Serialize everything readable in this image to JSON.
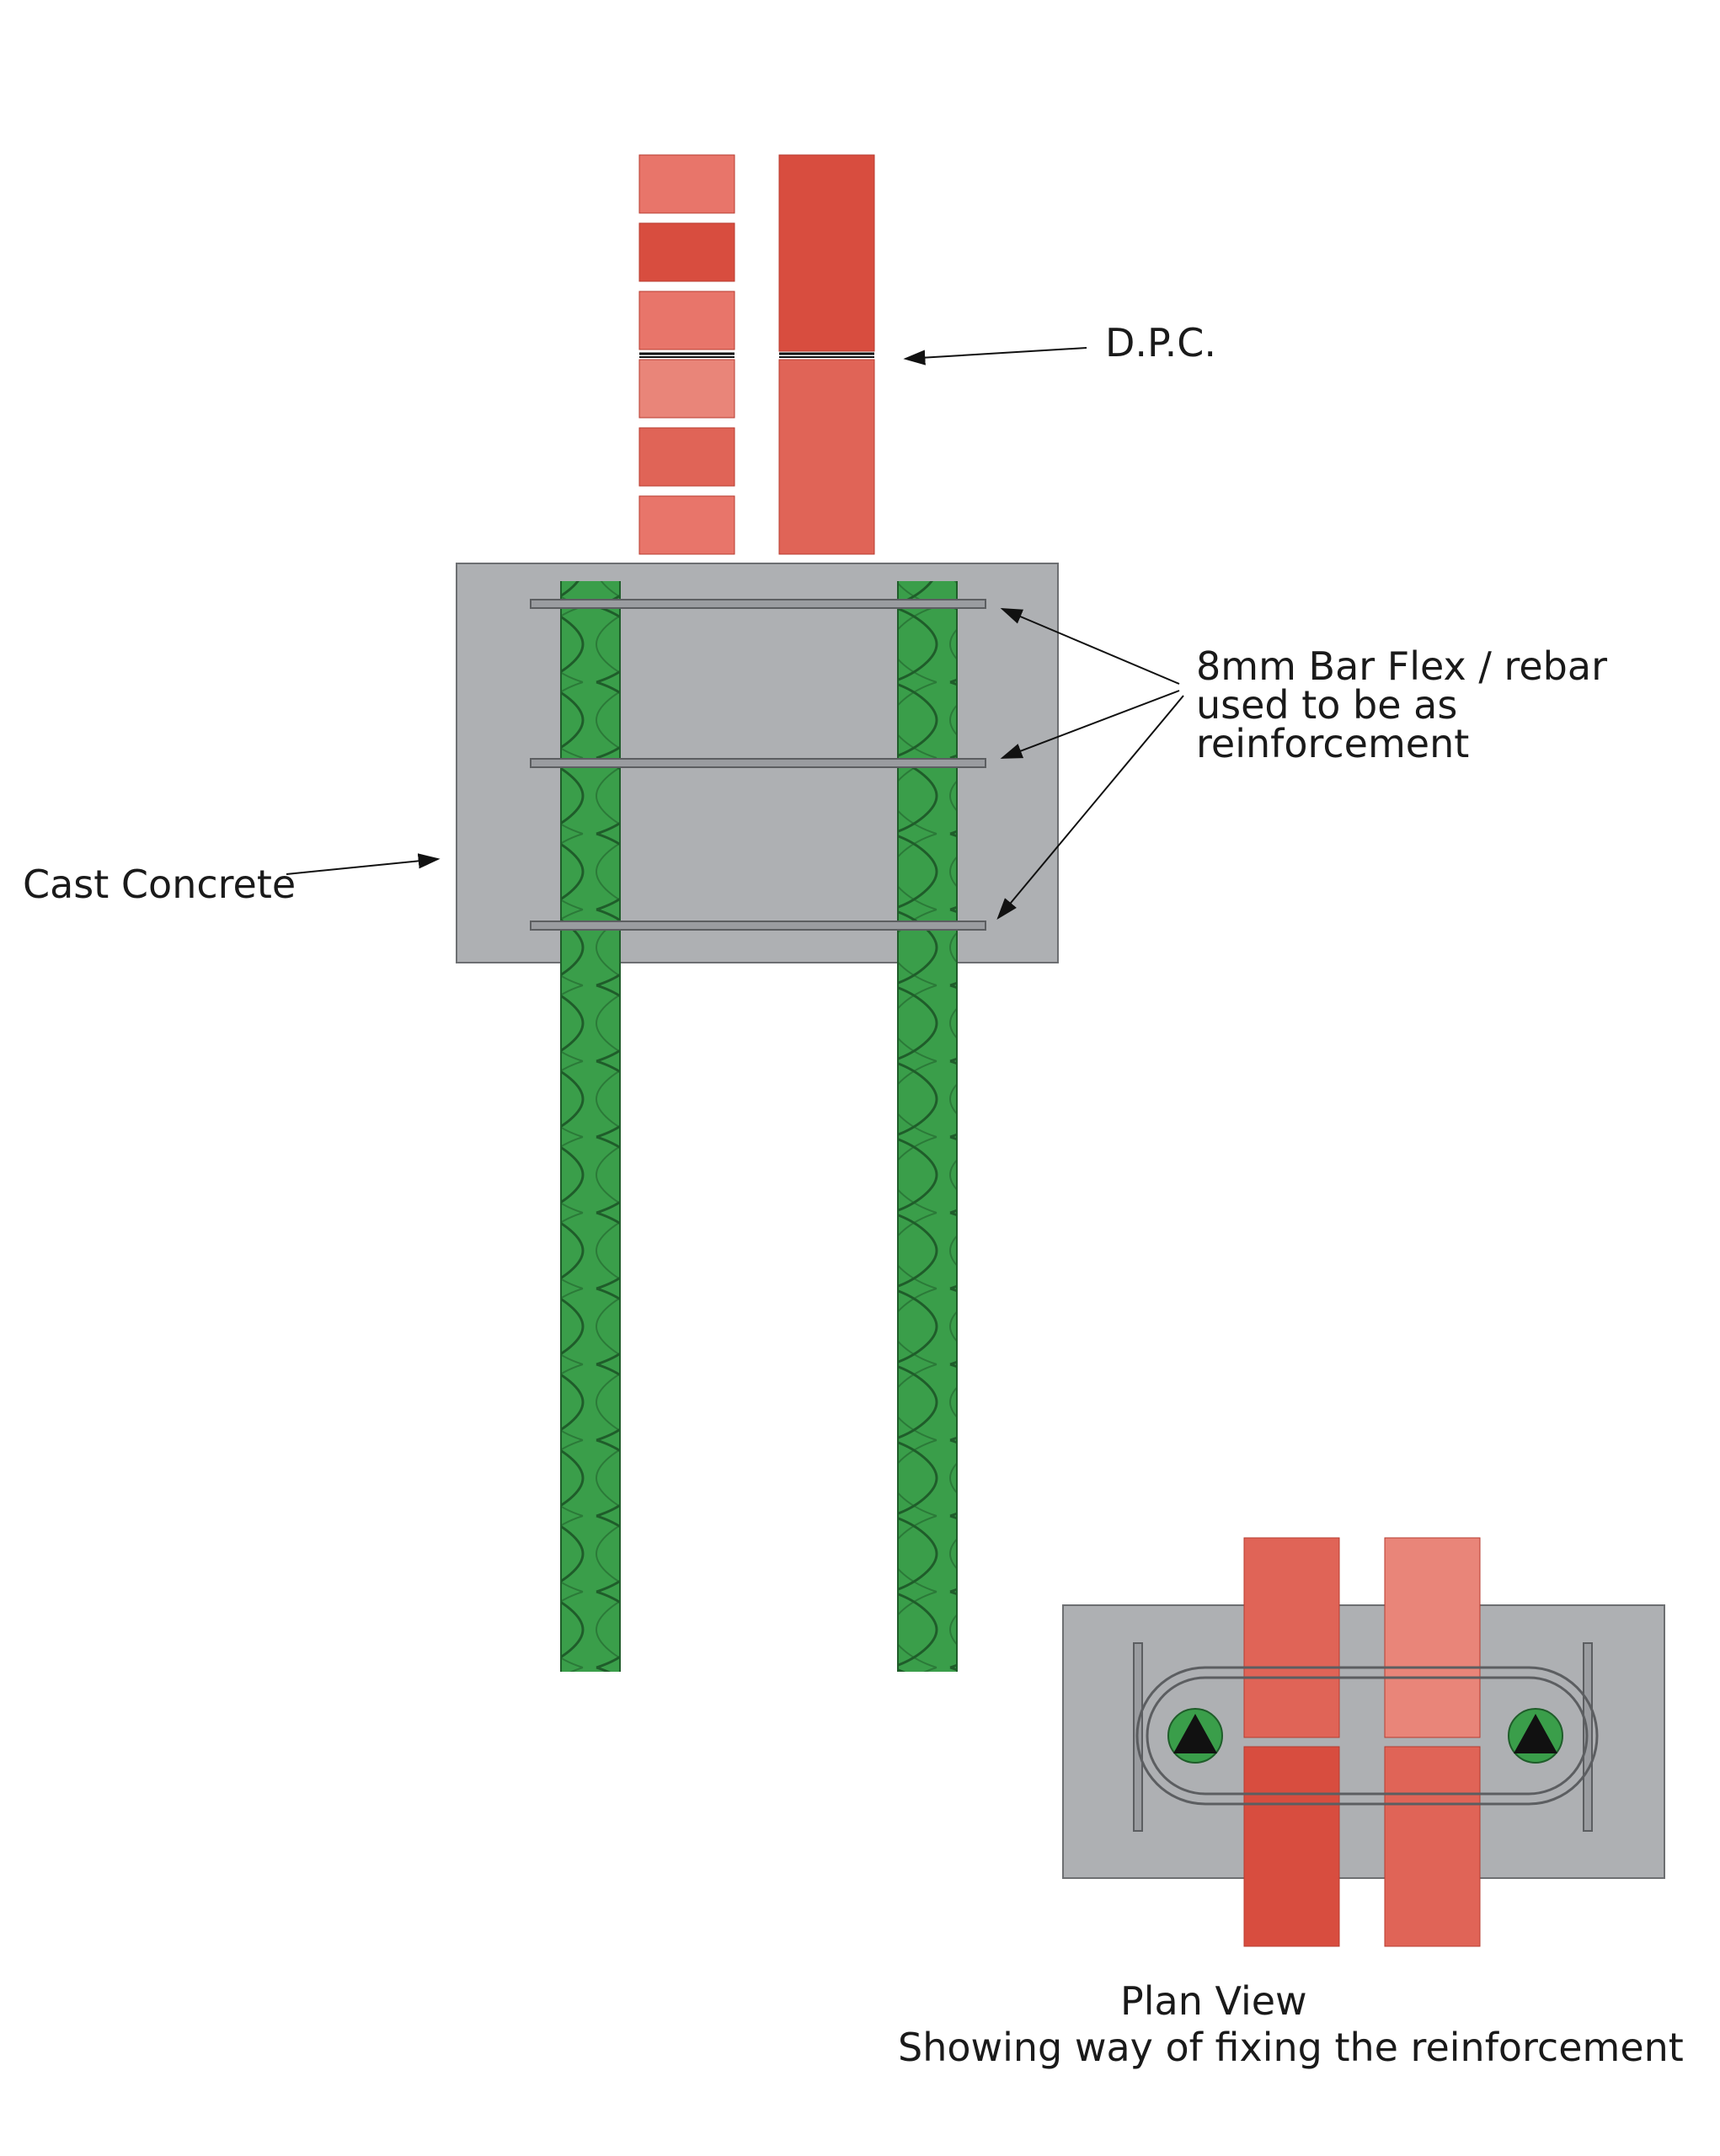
{
  "labels": {
    "dpc": "D.P.C.",
    "cast_concrete": "Cast Concrete",
    "rebar_line1": "8mm Bar Flex / rebar",
    "rebar_line2": "used to be as",
    "rebar_line3": "reinforcement",
    "plan_title": "Plan View",
    "plan_caption": "Showing way of fixing the reinforcement"
  },
  "colors": {
    "brick_dark": "#d84d3f",
    "brick_mid": "#e06457",
    "brick_light": "#e8756a",
    "brick_pale": "#e98579",
    "concrete": "#aeb0b3",
    "rebar_green": "#3a9e4a",
    "rebar_dark": "#1f5d2a",
    "bar": "#9a9ca0",
    "text": "#1a1a1a"
  }
}
